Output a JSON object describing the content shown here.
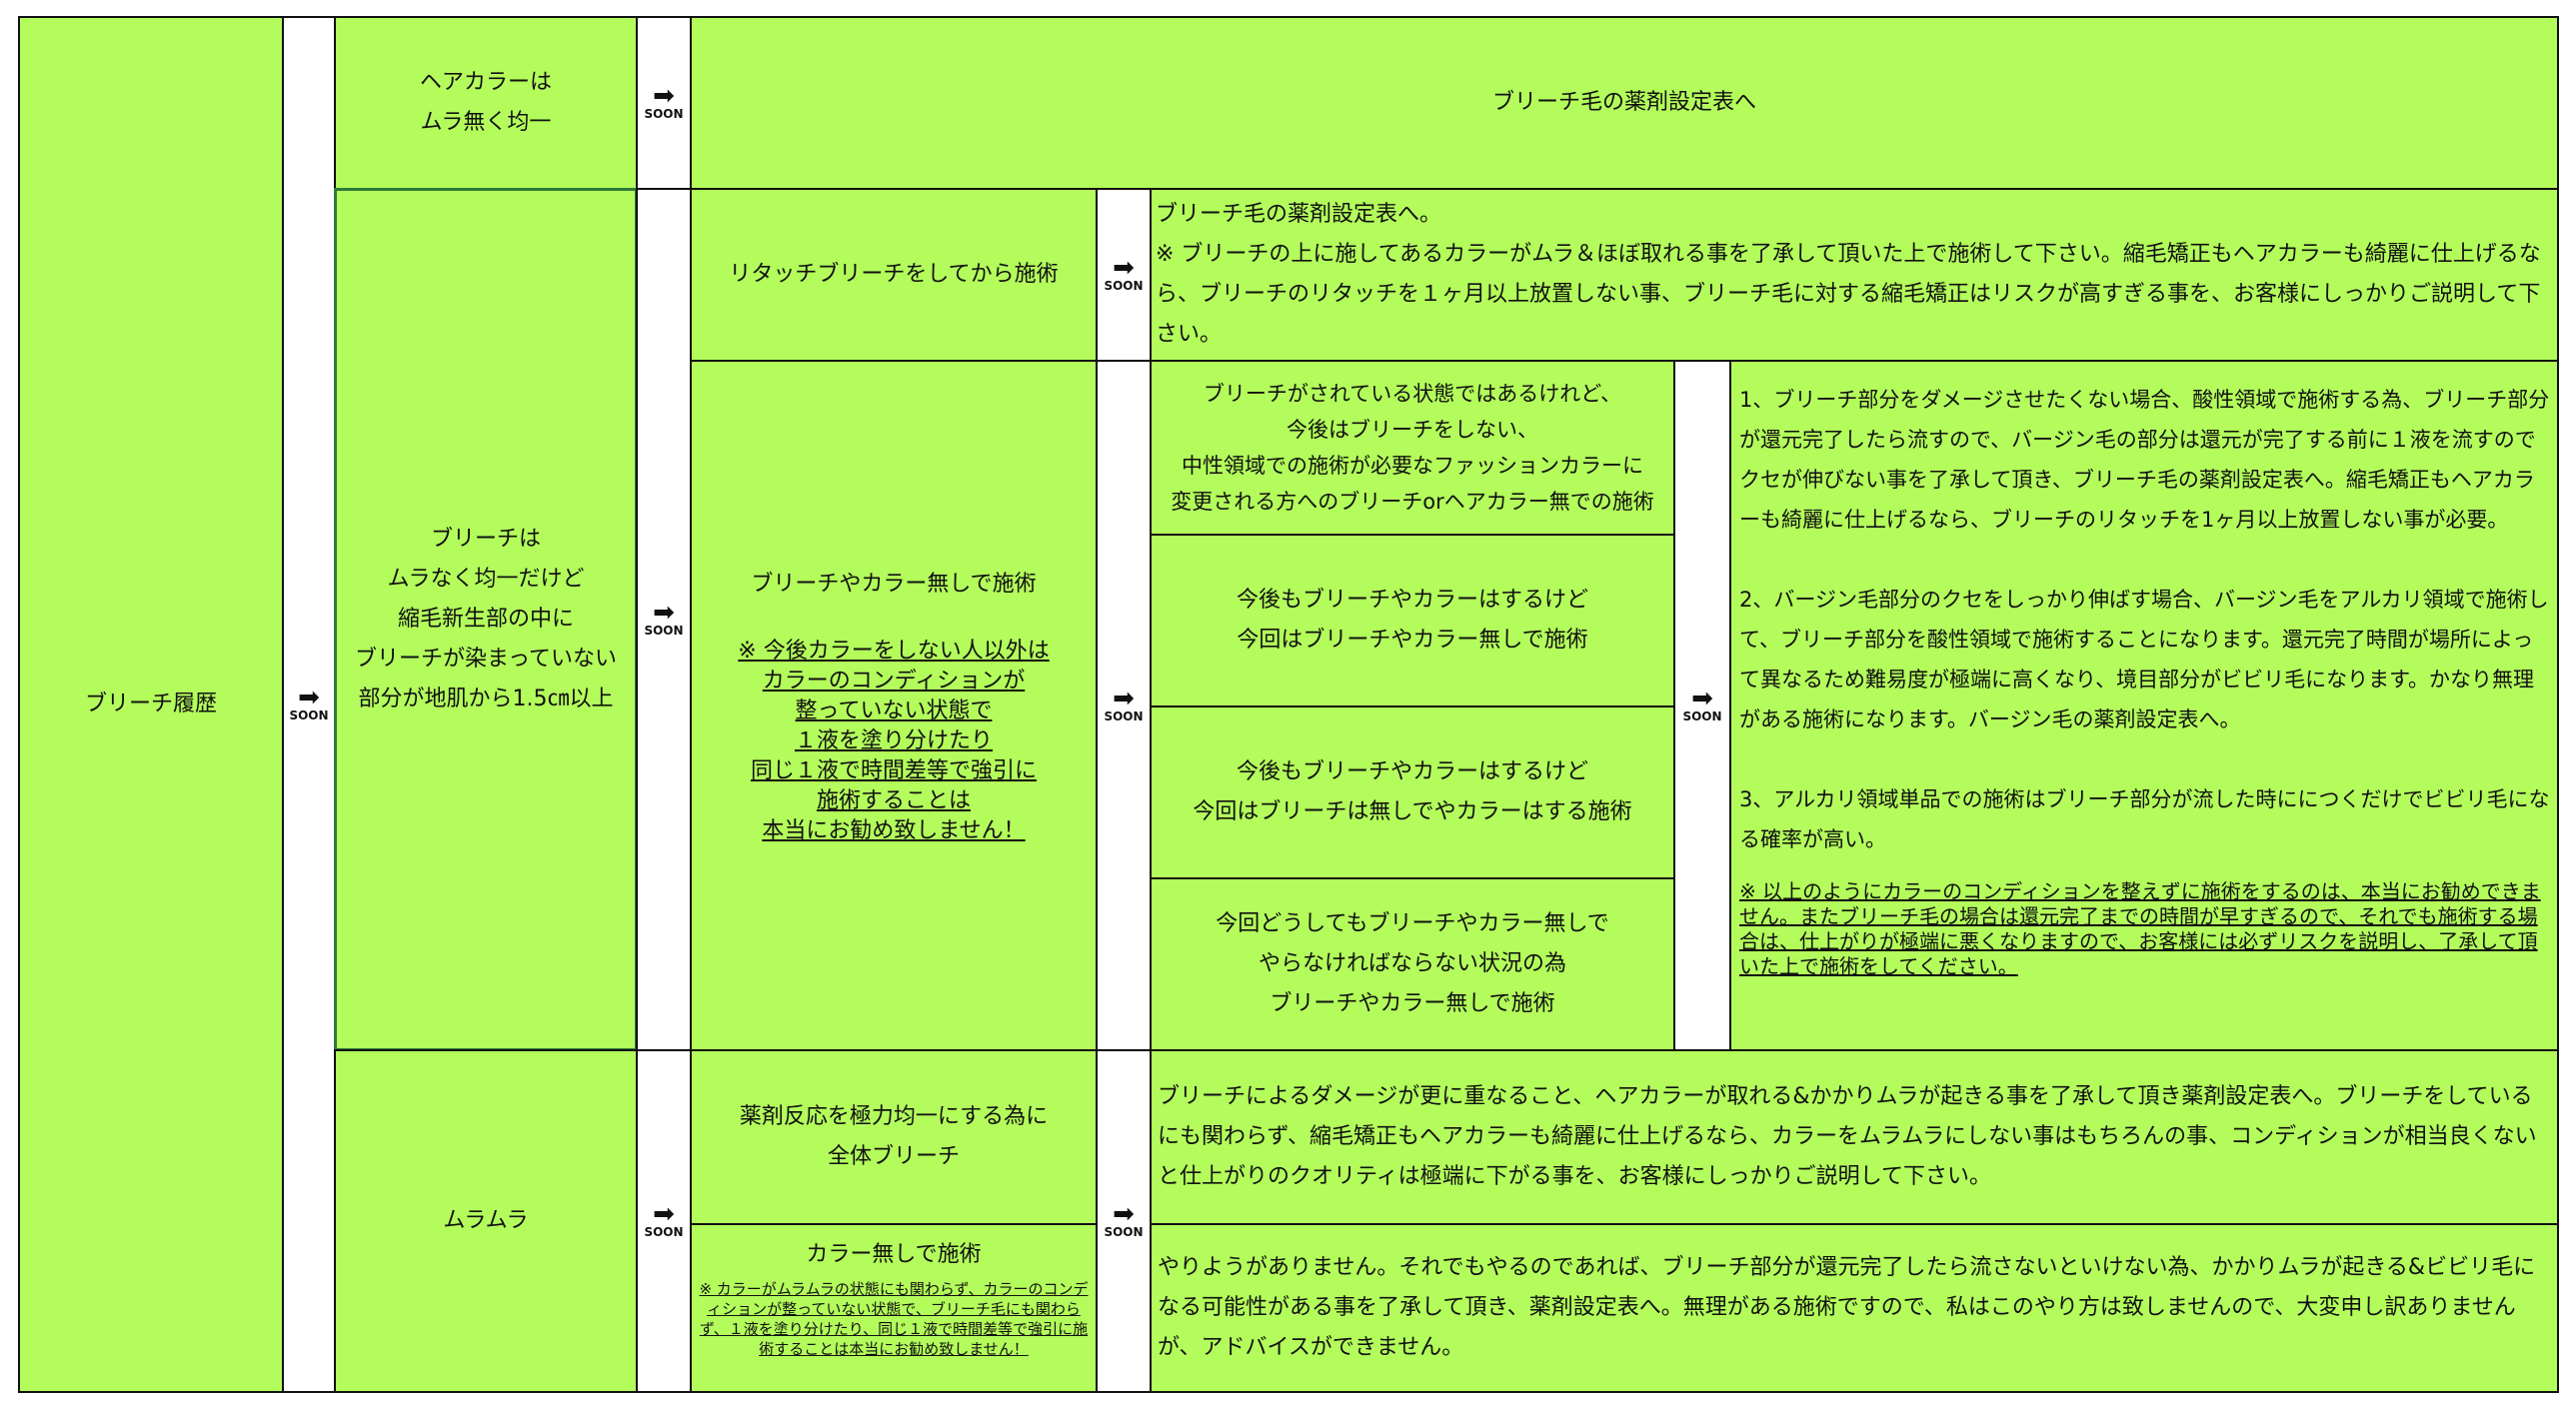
{
  "arrow": {
    "glyph": "➡",
    "label": "SOON"
  },
  "history": {
    "label": "ブリーチ履歴"
  },
  "row_even": {
    "condition": [
      "ヘアカラーは",
      "ムラ無く均一"
    ],
    "result": "ブリーチ毛の薬剤設定表へ"
  },
  "row_bleach_even": {
    "condition": [
      "ブリーチは",
      "ムラなく均一だけど",
      "縮毛新生部の中に",
      "ブリーチが染まっていない",
      "部分が地肌から1.5㎝以上"
    ],
    "retouch": {
      "option": "リタッチブリーチをしてから施術",
      "note": "ブリーチ毛の薬剤設定表へ。\n※ ブリーチの上に施してあるカラーがムラ＆ほぼ取れる事を了承して頂いた上で施術して下さい。縮毛矯正もヘアカラーも綺麗に仕上げるなら、ブリーチのリタッチを１ヶ月以上放置しない事、ブリーチ毛に対する縮毛矯正はリスクが高すぎる事を、お客様にしっかりご説明して下さい。"
    },
    "no_color": {
      "option": "ブリーチやカラー無しで施術",
      "warning": [
        "※ 今後カラーをしない人以外は",
        "カラーのコンディションが",
        "整っていない状態で",
        "１液を塗り分けたり",
        "同じ１液で時間差等で強引に",
        "施術することは",
        "本当にお勧め致しません！"
      ],
      "cases": [
        [
          "ブリーチがされている状態ではあるけれど、",
          "今後はブリーチをしない、",
          "中性領域での施術が必要なファッションカラーに",
          "変更される方へのブリーチorヘアカラー無での施術"
        ],
        [
          "今後もブリーチやカラーはするけど",
          "今回はブリーチやカラー無しで施術"
        ],
        [
          "今後もブリーチやカラーはするけど",
          "今回はブリーチは無しでやカラーはする施術"
        ],
        [
          "今回どうしてもブリーチやカラー無しで",
          "やらなければならない状況の為",
          "ブリーチやカラー無しで施術"
        ]
      ],
      "advice": {
        "p1": "1、ブリーチ部分をダメージさせたくない場合、酸性領域で施術する為、ブリーチ部分が還元完了したら流すので、バージン毛の部分は還元が完了する前に１液を流すのでクセが伸びない事を了承して頂き、ブリーチ毛の薬剤設定表へ。縮毛矯正もヘアカラーも綺麗に仕上げるなら、ブリーチのリタッチを1ヶ月以上放置しない事が必要。",
        "p2": "2、バージン毛部分のクセをしっかり伸ばす場合、バージン毛をアルカリ領域で施術して、ブリーチ部分を酸性領域で施術することになります。還元完了時間が場所によって異なるため難易度が極端に高くなり、境目部分がビビリ毛になります。かなり無理がある施術になります。バージン毛の薬剤設定表へ。",
        "p3": "3、アルカリ領域単品での施術はブリーチ部分が流した時ににつくだけでビビリ毛になる確率が高い。",
        "p4": "※ 以上のようにカラーのコンディションを整えずに施術をするのは、本当にお勧めできません。またブリーチ毛の場合は還元完了までの時間が早すぎるので、それでも施術する場合は、仕上がりが極端に悪くなりますので、お客様には必ずリスクを説明し、了承して頂いた上で施術をしてください。"
      }
    }
  },
  "row_uneven": {
    "condition": "ムラムラ",
    "full_bleach": {
      "option": [
        "薬剤反応を極力均一にする為に",
        "全体ブリーチ"
      ],
      "note": "ブリーチによるダメージが更に重なること、ヘアカラーが取れる&かかりムラが起きる事を了承して頂き薬剤設定表へ。ブリーチをしているにも関わらず、縮毛矯正もヘアカラーも綺麗に仕上げるなら、カラーをムラムラにしない事はもちろんの事、コンディションが相当良くないと仕上がりのクオリティは極端に下がる事を、お客様にしっかりご説明して下さい。"
    },
    "no_color": {
      "option": "カラー無しで施術",
      "warning": "※ カラーがムラムラの状態にも関わらず、カラーのコンディションが整っていない状態で、ブリーチ毛にも関わらず、１液を塗り分けたり、同じ１液で時間差等で強引に施術することは本当にお勧め致しません！",
      "note": "やりようがありません。それでもやるのであれば、ブリーチ部分が還元完了したら流さないといけない為、かかりムラが起きる&ビビリ毛になる可能性がある事を了承して頂き、薬剤設定表へ。無理がある施術ですので、私はこのやり方は致しませんので、大変申し訳ありませんが、アドバイスができません。"
    }
  }
}
